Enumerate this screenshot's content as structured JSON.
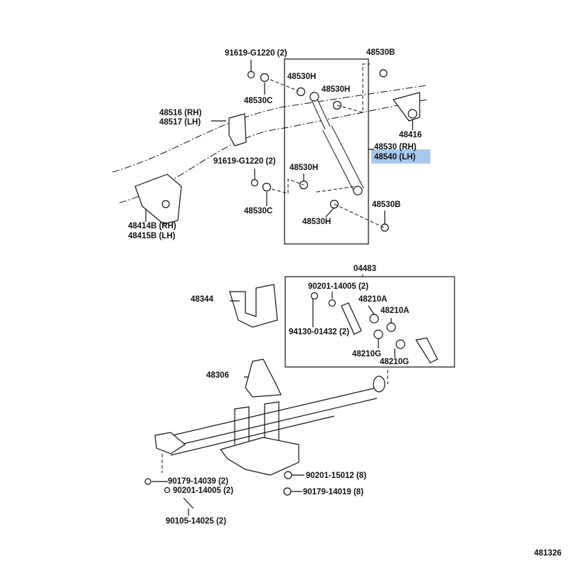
{
  "diagram_id": "481326",
  "highlight_color": "#a8c8f0",
  "labels": {
    "bolt_upper": "91619-G1220 (2)",
    "bushing_b_top": "48530B",
    "bushing_h_1": "48530H",
    "bushing_h_2": "48530H",
    "bushing_c_top": "48530C",
    "bracket_rh": "48516 (RH)",
    "bracket_lh": "48517 (LH)",
    "bracket_48416": "48416",
    "shock_rh": "48530 (RH)",
    "shock_lh": "48540 (LH)",
    "bolt_lower": "91619-G1220 (2)",
    "bushing_h_3": "48530H",
    "bushing_b_bottom": "48530B",
    "bushing_c_bottom": "48530C",
    "bushing_h_4": "48530H",
    "hanger_rh": "48414B (RH)",
    "hanger_lh": "48415B (LH)",
    "kit": "04483",
    "washer_kit": "90201-14005 (2)",
    "bracket_48344": "48344",
    "bushing_a_1": "48210A",
    "bushing_a_2": "48210A",
    "nut_kit": "94130-01432 (2)",
    "bushing_g_1": "48210G",
    "bushing_g_2": "48210G",
    "bumper": "48306",
    "nut_front": "90179-14039 (2)",
    "washer_front": "90201-14005 (2)",
    "washer_ubolt": "90201-15012 (8)",
    "nut_ubolt": "90179-14019 (8)",
    "bolt_front": "90105-14025 (2)"
  }
}
